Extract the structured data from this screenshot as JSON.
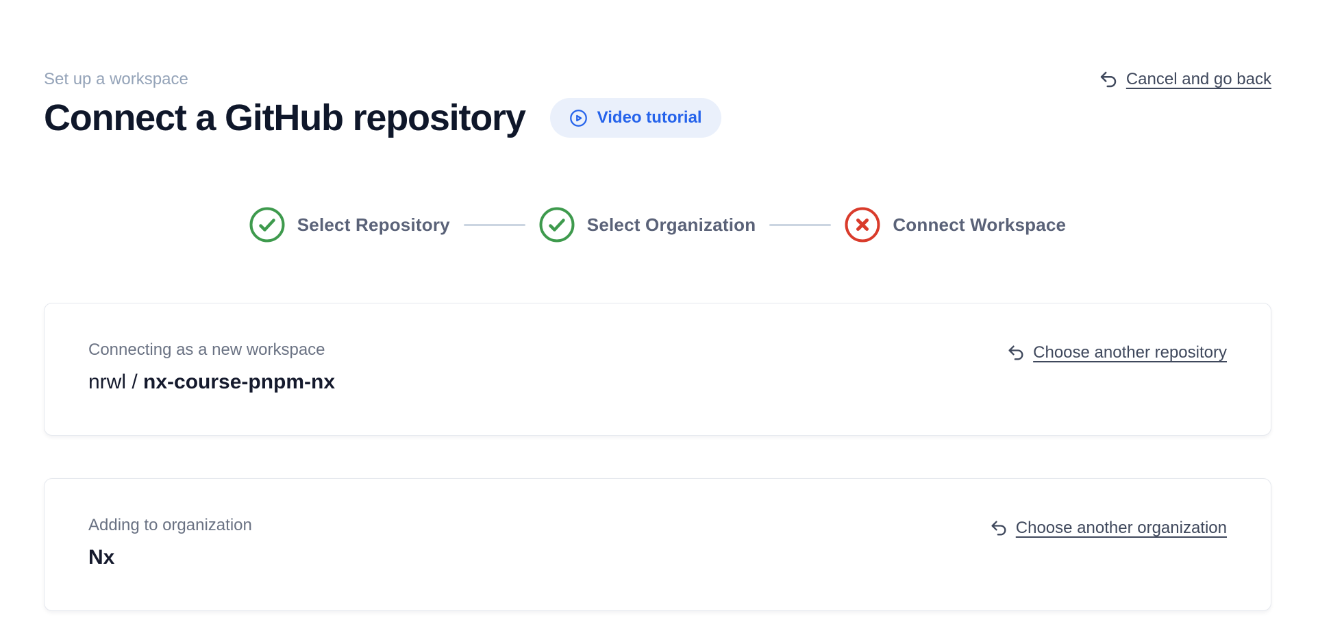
{
  "header": {
    "eyebrow": "Set up a workspace",
    "title": "Connect a GitHub repository",
    "video_tutorial": {
      "label": "Video tutorial",
      "icon": "play-circle-icon"
    },
    "cancel": {
      "label": "Cancel and go back",
      "icon": "undo-icon"
    }
  },
  "stepper": {
    "steps": [
      {
        "label": "Select Repository",
        "status": "complete",
        "icon": "check-circle-icon"
      },
      {
        "label": "Select Organization",
        "status": "complete",
        "icon": "check-circle-icon"
      },
      {
        "label": "Connect Workspace",
        "status": "error",
        "icon": "x-circle-icon"
      }
    ]
  },
  "cards": [
    {
      "label": "Connecting as a new workspace",
      "value_prefix": "nrwl / ",
      "value_emphasis": "nx-course-pnpm-nx",
      "action_label": "Choose another repository",
      "action_icon": "undo-icon"
    },
    {
      "label": "Adding to organization",
      "value_prefix": "",
      "value_emphasis": "Nx",
      "action_label": "Choose another organization",
      "action_icon": "undo-icon"
    }
  ],
  "colors": {
    "page_background": "#ffffff",
    "eyebrow_text": "#94a3b8",
    "title_text": "#0f172a",
    "pill_background": "#eaf0fb",
    "accent_blue": "#2563eb",
    "step_label": "#5a6278",
    "step_complete_green": "#3e9a4d",
    "step_error_red": "#d93b2b",
    "connector_gray": "#cbd5e1",
    "link_text": "#3f485c",
    "card_border": "#e5e8ee",
    "card_label": "#6a7283",
    "card_value": "#151a2d"
  }
}
